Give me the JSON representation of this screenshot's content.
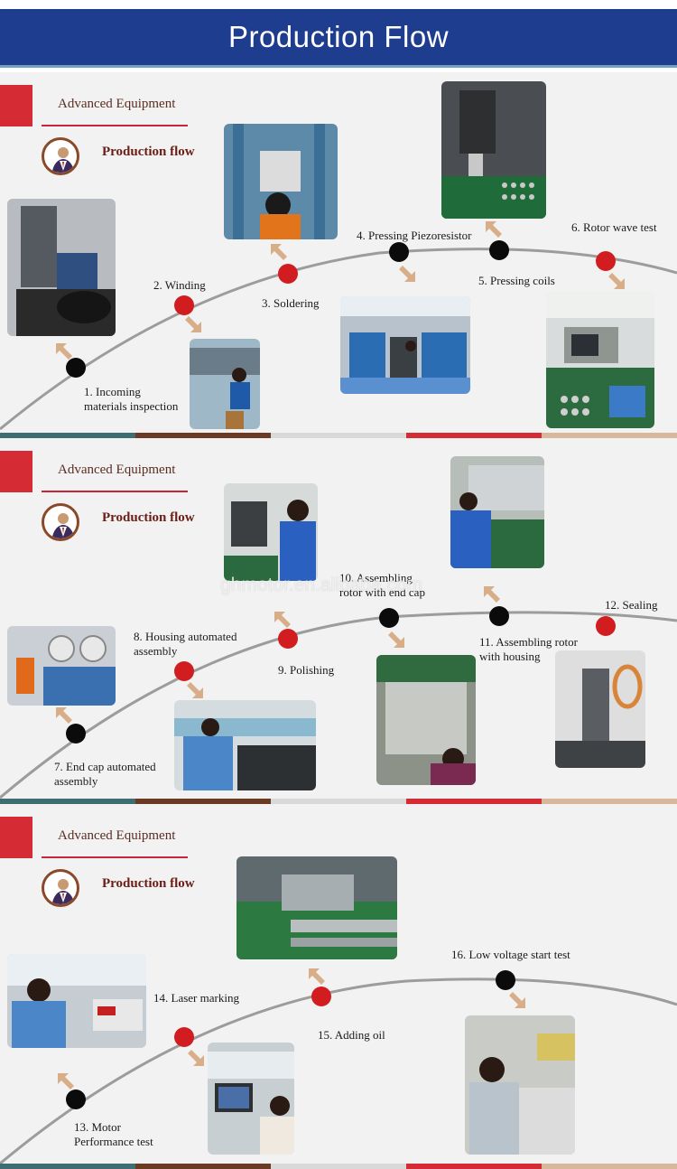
{
  "header": {
    "title": "Production Flow"
  },
  "sections": [
    {
      "equipment": "Advanced Equipment",
      "flow": "Production flow",
      "steps": [
        {
          "label_1": "1. Incoming",
          "label_2": "materials inspection"
        },
        {
          "label_1": "2. Winding"
        },
        {
          "label_1": "3. Soldering"
        },
        {
          "label_1": "4. Pressing Piezoresistor"
        },
        {
          "label_1": "5. Pressing coils"
        },
        {
          "label_1": "6. Rotor wave test"
        }
      ]
    },
    {
      "equipment": "Advanced Equipment",
      "flow": "Production flow",
      "steps": [
        {
          "label_1": "7. End cap automated",
          "label_2": "assembly"
        },
        {
          "label_1": "8. Housing automated",
          "label_2": "assembly"
        },
        {
          "label_1": "9. Polishing"
        },
        {
          "label_1": "10. Assembling",
          "label_2": "rotor with end cap"
        },
        {
          "label_1": "11. Assembling rotor",
          "label_2": "with housing"
        },
        {
          "label_1": "12. Sealing"
        }
      ]
    },
    {
      "equipment": "Advanced Equipment",
      "flow": "Production flow",
      "steps": [
        {
          "label_1": "13. Motor",
          "label_2": "Performance test"
        },
        {
          "label_1": "14. Laser marking"
        },
        {
          "label_1": "15. Adding oil"
        },
        {
          "label_1": "16. Low voltage start test"
        }
      ]
    }
  ],
  "watermark": "ghmotor.en.alibaba.com",
  "colors": {
    "header": "#1f3d8f",
    "accent_red": "#d42b35",
    "dot_red": "#d21d20",
    "dot_black": "#0b0b0b",
    "arrow": "#d8ae88",
    "strip": [
      "#3e6e72",
      "#6a3a24",
      "#d9d9d9",
      "#d42b35",
      "#d8b89a"
    ]
  },
  "icons": [
    "worker-logo-icon",
    "arrow-icon"
  ]
}
